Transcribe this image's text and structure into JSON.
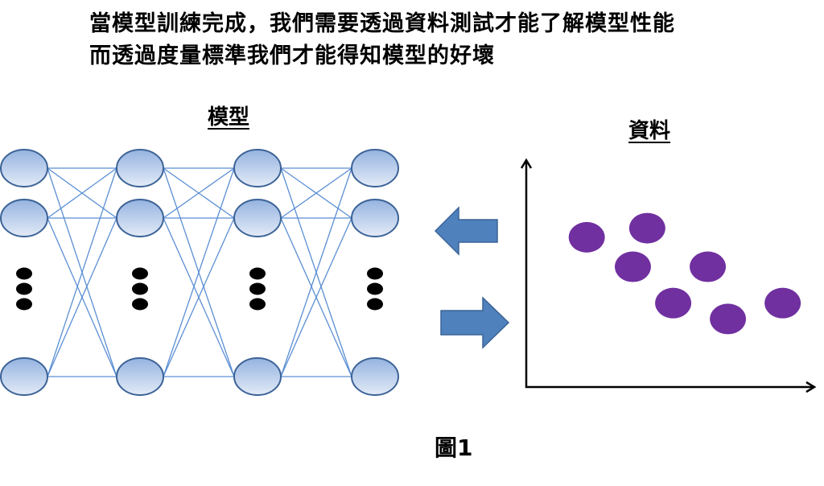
{
  "caption": {
    "line1": "當模型訓練完成，我們需要透過資料測試才能了解模型性能",
    "line2": "而透過度量標準我們才能得知模型的好壞"
  },
  "model": {
    "title": "模型",
    "layers": 4,
    "visible_nodes_per_layer": 3,
    "has_ellipsis": true,
    "node_fill_top": "#95b3e0",
    "node_fill_bottom": "#e3ebf7",
    "node_stroke": "#3c6397",
    "edge_color": "#5b8fd4"
  },
  "arrows": {
    "to_model": "left-arrow",
    "to_data": "right-arrow",
    "color": "#4f81bd",
    "stroke": "#3a6496"
  },
  "data": {
    "title": "資料",
    "point_color": "#7030a0",
    "points": [
      {
        "x": 0.21,
        "y": 0.66
      },
      {
        "x": 0.42,
        "y": 0.7
      },
      {
        "x": 0.37,
        "y": 0.53
      },
      {
        "x": 0.63,
        "y": 0.53
      },
      {
        "x": 0.51,
        "y": 0.37
      },
      {
        "x": 0.7,
        "y": 0.3
      },
      {
        "x": 0.89,
        "y": 0.37
      }
    ]
  },
  "figure_label": "圖1"
}
